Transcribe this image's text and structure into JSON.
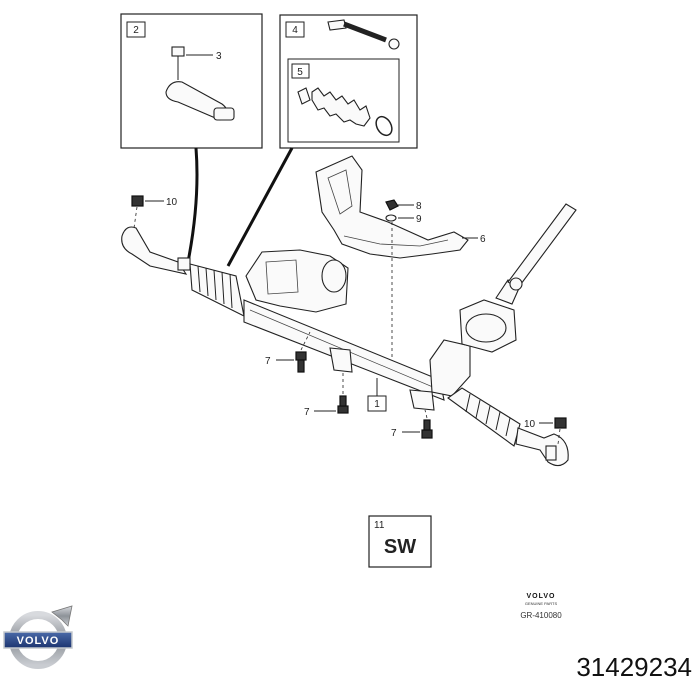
{
  "callouts": {
    "c1": "1",
    "c2": "2",
    "c3": "3",
    "c4": "4",
    "c5": "5",
    "c6": "6",
    "c7a": "7",
    "c7b": "7",
    "c7c": "7",
    "c8": "8",
    "c9": "9",
    "c10a": "10",
    "c10b": "10",
    "c11": "11"
  },
  "sw_box": {
    "label": "SW"
  },
  "brand": {
    "logo_text": "VOLVO",
    "genuine_parts": "GENUINE PARTS",
    "diagram_code": "GR-410080",
    "emblem_text": "VOLVO"
  },
  "part_number": "31429234"
}
